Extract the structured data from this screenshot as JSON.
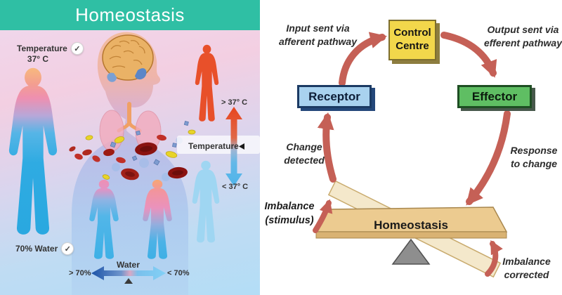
{
  "left_panel": {
    "title": "Homeostasis",
    "normal_temperature": {
      "label": "Temperature",
      "value": "37° C"
    },
    "temperature_scale": {
      "high": "> 37° C",
      "label": "Temperature",
      "low": "< 37° C"
    },
    "normal_water": {
      "label": "70% Water"
    },
    "water_scale": {
      "high": "> 70%",
      "label": "Water",
      "low": "< 70%"
    },
    "icons": {
      "check": "✓",
      "pointer_left": "◀",
      "pointer_up": "▲"
    },
    "colors": {
      "header_teal": "#2fbfa4",
      "hot_red": "#e8502a",
      "cold_blue": "#54b4e8",
      "water_dark_blue": "#1b53a8",
      "water_light_blue": "#82d0f6"
    }
  },
  "right_panel": {
    "boxes": {
      "control_centre": "Control Centre",
      "receptor": "Receptor",
      "effector": "Effector"
    },
    "annotations": {
      "input": [
        "Input sent via",
        "afferent pathway"
      ],
      "output": [
        "Output sent via",
        "efferent pathway"
      ],
      "change": [
        "Change",
        "detected"
      ],
      "response": [
        "Response",
        "to change"
      ],
      "imbalance": [
        "Imbalance",
        "(stimulus)"
      ],
      "corrected": [
        "Imbalance",
        "corrected"
      ]
    },
    "seesaw": {
      "label": "Homeostasis"
    },
    "colors": {
      "arrow_red": "#c56056",
      "control_fill": "#f2d74b",
      "receptor_fill": "#a9d2ef",
      "effector_fill": "#5fbe63",
      "plank_tan": "#eccb90",
      "fulcrum_gray": "#8e8e8e"
    }
  }
}
